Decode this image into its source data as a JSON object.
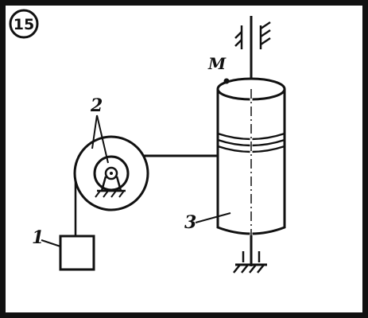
{
  "figure": {
    "badge": "15",
    "point_label": "M",
    "labels": {
      "load": "1",
      "pulley": "2",
      "drum": "3"
    },
    "stroke_color": "#111111",
    "background": "#ffffff"
  }
}
